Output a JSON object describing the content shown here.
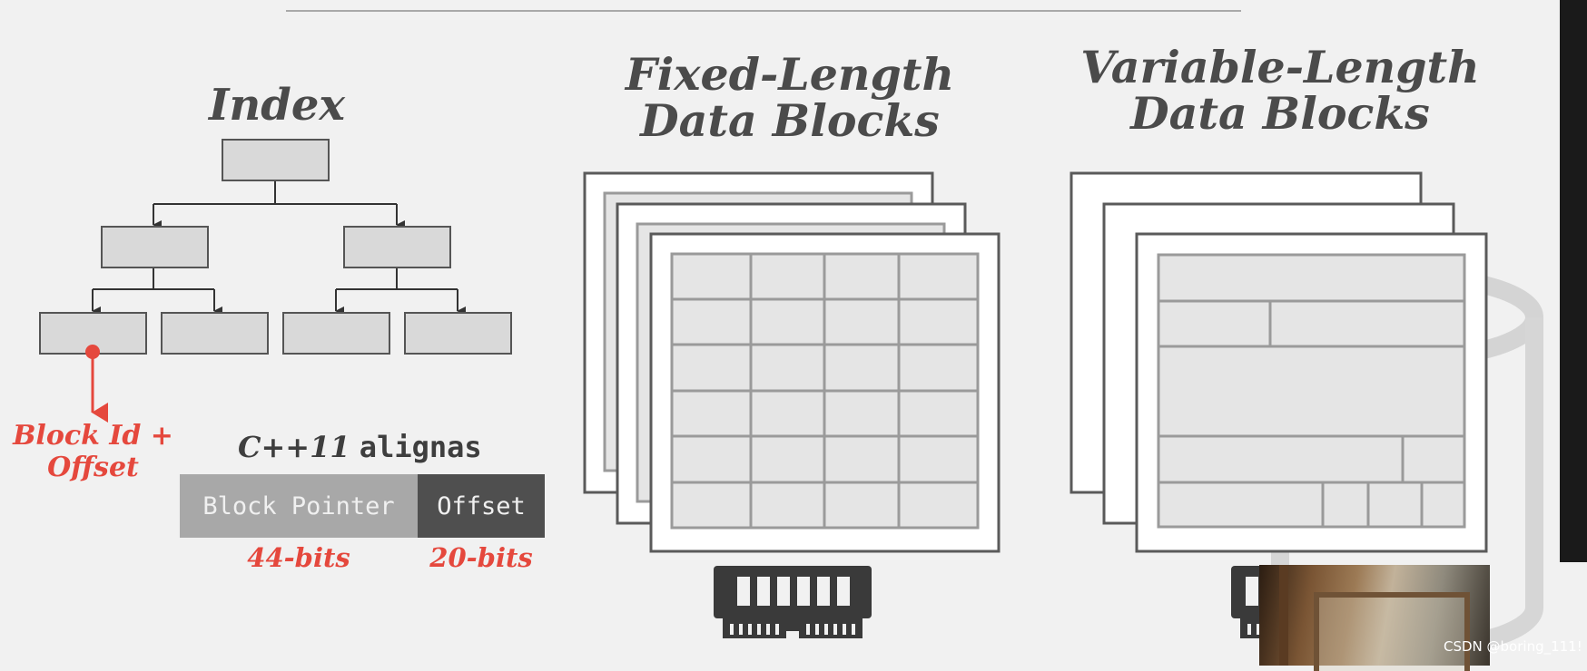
{
  "index": {
    "title": "Index",
    "pointer_label_line1": "Block Id +",
    "pointer_label_line2": "Offset"
  },
  "alignas": {
    "title_italic": "C++11",
    "title_mono": "alignas",
    "block_pointer": "Block Pointer",
    "offset": "Offset",
    "block_pointer_bits": "44-bits",
    "offset_bits": "20-bits"
  },
  "fixed": {
    "title_line1": "Fixed-Length",
    "title_line2": "Data Blocks"
  },
  "variable": {
    "title_line1": "Variable-Length",
    "title_line2": "Data Blocks"
  },
  "watermark": "CSDN @boring_111!",
  "colors": {
    "background": "#f1f1f1",
    "box_fill": "#d9d9d9",
    "box_stroke": "#555555",
    "accent_red": "#e5483d",
    "block_pointer_bg": "#a8a8a8",
    "offset_bg": "#4f4f4f",
    "title_text": "#4b4b4b"
  },
  "icons": [
    "memory-chip-icon",
    "memory-chip-icon"
  ]
}
